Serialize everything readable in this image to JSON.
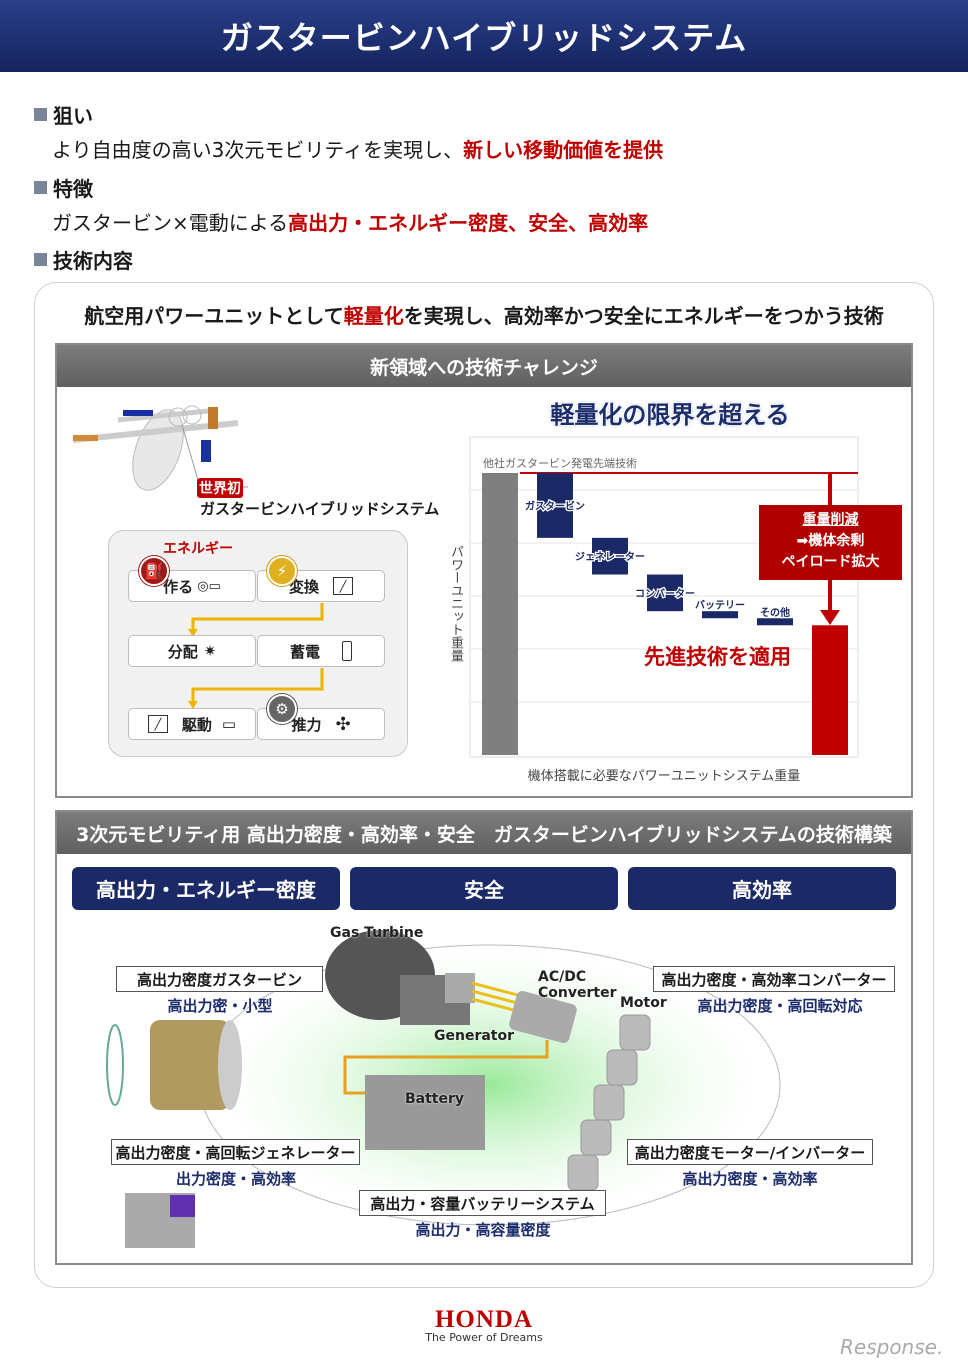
{
  "header": {
    "title": "ガスタービンハイブリッドシステム"
  },
  "sections": [
    {
      "heading": "狙い",
      "text_plain": "より自由度の高い3次元モビリティを実現し、",
      "text_emph": "新しい移動価値を提供"
    },
    {
      "heading": "特徴",
      "text_plain": "ガスタービン×電動による",
      "text_emph": "高出力・エネルギー密度、安全、高効率"
    },
    {
      "heading": "技術内容"
    }
  ],
  "panel": {
    "headline_pre": "航空用パワーユニットとして",
    "headline_emph": "軽量化",
    "headline_post": "を実現し、高効率かつ安全にエネルギーをつかう技術",
    "box1_title": "新領域への技術チャレンジ",
    "aircraft": {
      "badge": "世界初",
      "caption": "ガスタービンハイブリッドシステム"
    },
    "flow": {
      "energy_label": "エネルギー",
      "cells": [
        "作る",
        "変換",
        "分配",
        "蓄電",
        "駆動",
        "推力"
      ]
    },
    "box2_title": "3次元モビリティ用 高出力密度・高効率・安全　ガスタービンハイブリッドシステムの技術構築",
    "pillars": [
      "高出力・エネルギー密度",
      "安全",
      "高効率"
    ],
    "diagram": {
      "component_labels": {
        "gas_turbine": "Gas Turbine",
        "converter_1": "AC/DC",
        "converter_2": "Converter",
        "motor": "Motor",
        "generator": "Generator",
        "battery": "Battery"
      },
      "features": [
        {
          "title": "高出力密度ガスタービン",
          "sub": "高出力密・小型"
        },
        {
          "title": "高出力密度・高効率コンバーター",
          "sub": "高出力密度・高回転対応"
        },
        {
          "title": "高出力密度・高回転ジェネレーター",
          "sub": "出力密度・高効率"
        },
        {
          "title": "高出力密度モーター/インバーター",
          "sub": "高出力密度・高効率"
        },
        {
          "title": "高出力・容量バッテリーシステム",
          "sub": "高出力・高容量密度"
        }
      ]
    }
  },
  "chart_data": {
    "type": "bar",
    "subtype": "waterfall",
    "title": "軽量化の限界を超える",
    "baseline_label": "他社ガスタービン発電先端技術",
    "ylabel": "パワーユニット重量",
    "xlabel": "機体搭載に必要なパワーユニットシステム重量",
    "ylim": [
      0,
      100
    ],
    "grid": true,
    "categories": [
      "他社ガスタービン発電先端技術",
      "ガスタービン",
      "ジェネレーター",
      "コンバーター",
      "バッテリー",
      "その他",
      "先進技術を適用"
    ],
    "bar_labels": [
      "",
      "ガスタービン",
      "ジェネレーター",
      "コンバーター",
      "バッテリー",
      "その他",
      ""
    ],
    "values": [
      100,
      -23,
      -13,
      -13,
      -2.5,
      -2.5,
      46
    ],
    "callout": {
      "line1": "重量削減",
      "line2": "➡機体余剰",
      "line3": "ペイロード拡大"
    },
    "result_label": "先進技術を適用",
    "colors": {
      "baseline": "#7f7f7f",
      "reduction": "#1b2a66",
      "result": "#c00000"
    }
  },
  "footer": {
    "brand": "HONDA",
    "tagline": "The Power of Dreams",
    "watermark": "Response."
  }
}
